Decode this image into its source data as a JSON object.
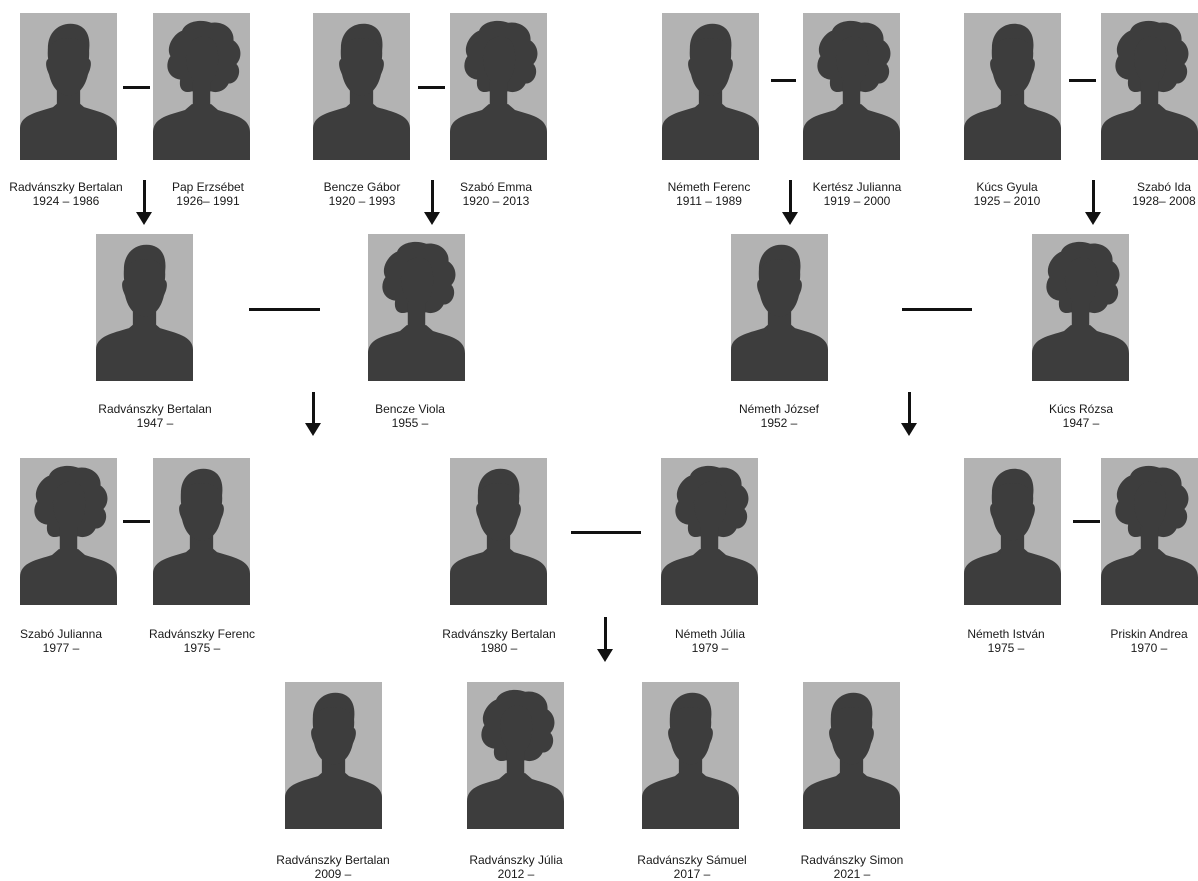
{
  "colors": {
    "portrait_bg": "#b3b3b3",
    "silhouette": "#3d3d3d",
    "line": "#111111"
  },
  "people": [
    {
      "name": "Radvánszky Bertalan",
      "years": "1924 – 1986",
      "silhouette": "male-silhouette-icon"
    },
    {
      "name": "Pap Erzsébet",
      "years": "1926– 1991",
      "silhouette": "female-silhouette-icon"
    },
    {
      "name": "Bencze Gábor",
      "years": "1920 – 1993",
      "silhouette": "male-silhouette-icon"
    },
    {
      "name": "Szabó Emma",
      "years": "1920 – 2013",
      "silhouette": "female-silhouette-icon"
    },
    {
      "name": "Németh Ferenc",
      "years": "1911 – 1989",
      "silhouette": "male-silhouette-icon"
    },
    {
      "name": "Kertész Julianna",
      "years": "1919 – 2000",
      "silhouette": "female-silhouette-icon"
    },
    {
      "name": "Kúcs Gyula",
      "years": "1925 – 2010",
      "silhouette": "male-silhouette-icon"
    },
    {
      "name": "Szabó Ida",
      "years": "1928– 2008",
      "silhouette": "female-silhouette-icon"
    },
    {
      "name": "Radvánszky Bertalan",
      "years": "1947 –",
      "silhouette": "male-silhouette-icon"
    },
    {
      "name": "Bencze Viola",
      "years": "1955 –",
      "silhouette": "female-silhouette-icon"
    },
    {
      "name": "Németh József",
      "years": "1952 –",
      "silhouette": "male-silhouette-icon"
    },
    {
      "name": "Kúcs Rózsa",
      "years": "1947 –",
      "silhouette": "female-silhouette-icon"
    },
    {
      "name": "Szabó Julianna",
      "years": "1977 –",
      "silhouette": "female-silhouette-icon"
    },
    {
      "name": "Radvánszky Ferenc",
      "years": "1975 –",
      "silhouette": "male-silhouette-icon"
    },
    {
      "name": "Radvánszky Bertalan",
      "years": "1980 –",
      "silhouette": "male-silhouette-icon"
    },
    {
      "name": "Németh Júlia",
      "years": "1979 –",
      "silhouette": "female-silhouette-icon"
    },
    {
      "name": "Németh István",
      "years": "1975 –",
      "silhouette": "male-silhouette-icon"
    },
    {
      "name": "Priskin Andrea",
      "years": "1970 –",
      "silhouette": "female-silhouette-icon"
    },
    {
      "name": "Radvánszky Bertalan",
      "years": "2009 –",
      "silhouette": "male-silhouette-icon"
    },
    {
      "name": "Radvánszky Júlia",
      "years": "2012 –",
      "silhouette": "female-silhouette-icon"
    },
    {
      "name": "Radvánszky Sámuel",
      "years": "2017 –",
      "silhouette": "male-silhouette-icon"
    },
    {
      "name": "Radvánszky Simon",
      "years": "2021 –",
      "silhouette": "male-silhouette-icon"
    }
  ],
  "relations": {
    "couples": [
      [
        0,
        1
      ],
      [
        2,
        3
      ],
      [
        4,
        5
      ],
      [
        6,
        7
      ],
      [
        8,
        9
      ],
      [
        10,
        11
      ],
      [
        12,
        13
      ],
      [
        14,
        15
      ],
      [
        16,
        17
      ]
    ],
    "descent": [
      {
        "from": [
          0,
          1
        ],
        "to": 8
      },
      {
        "from": [
          2,
          3
        ],
        "to": 9
      },
      {
        "from": [
          4,
          5
        ],
        "to": 10
      },
      {
        "from": [
          6,
          7
        ],
        "to": 11
      },
      {
        "from": [
          8,
          9
        ],
        "to": 14
      },
      {
        "from": [
          10,
          11
        ],
        "to": 15
      },
      {
        "from": [
          14,
          15
        ],
        "to": [
          18,
          19,
          20,
          21
        ]
      }
    ]
  }
}
